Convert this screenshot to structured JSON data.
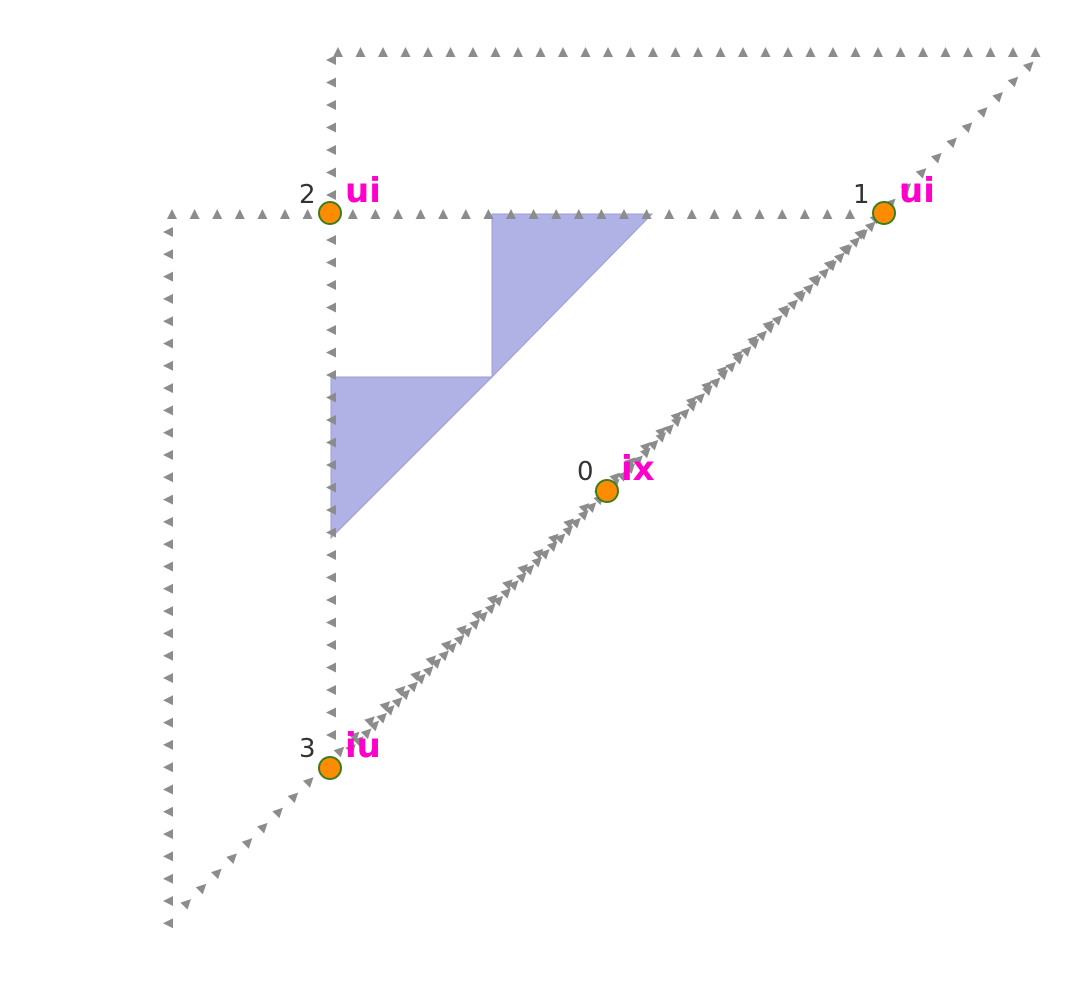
{
  "diagram": {
    "colors": {
      "arrow": "#8c8c8c",
      "fill": "#b0b2e6",
      "fill_stroke": "#9a9cd6",
      "vertex_fill": "#ff8c00",
      "vertex_stroke": "#3a7d1e",
      "index_text": "#333333",
      "tag_text": "#ff00cc"
    },
    "vertices": [
      {
        "index": "0",
        "tag": "ix"
      },
      {
        "index": "1",
        "tag": "ui"
      },
      {
        "index": "2",
        "tag": "ui"
      },
      {
        "index": "3",
        "tag": "iu"
      }
    ]
  }
}
